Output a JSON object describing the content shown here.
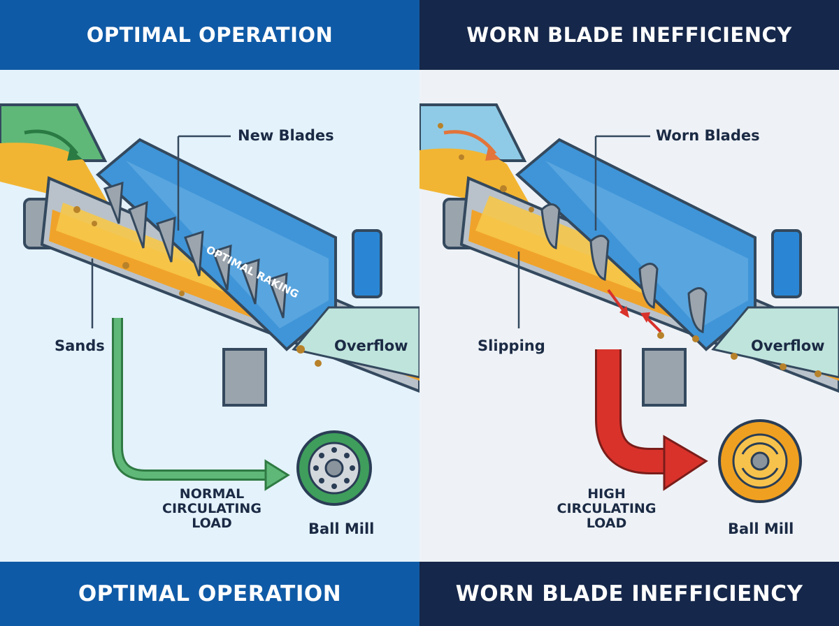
{
  "left": {
    "header": "OPTIMAL OPERATION",
    "footer": "OPTIMAL OPERATION",
    "labels": {
      "blades": "New Blades",
      "raking": "OPTIMAL RAKING",
      "sands": "Sands",
      "overflow": "Overflow",
      "load": "NORMAL CIRCULATING LOAD",
      "mill": "Ball Mill"
    },
    "colors": {
      "header": "#0f5aa6",
      "arrow": "#4a9a5a",
      "mill": "#3f9e5c"
    }
  },
  "right": {
    "header": "WORN BLADE INEFFICIENCY",
    "footer": "WORN BLADE INEFFICIENCY",
    "labels": {
      "blades": "Worn Blades",
      "slipping": "Slipping",
      "overflow": "Overflow",
      "load": "HIGH CIRCULATING LOAD",
      "mill": "Ball Mill"
    },
    "colors": {
      "header": "#15274a",
      "arrow": "#d9322b",
      "mill": "#f0a020"
    }
  }
}
